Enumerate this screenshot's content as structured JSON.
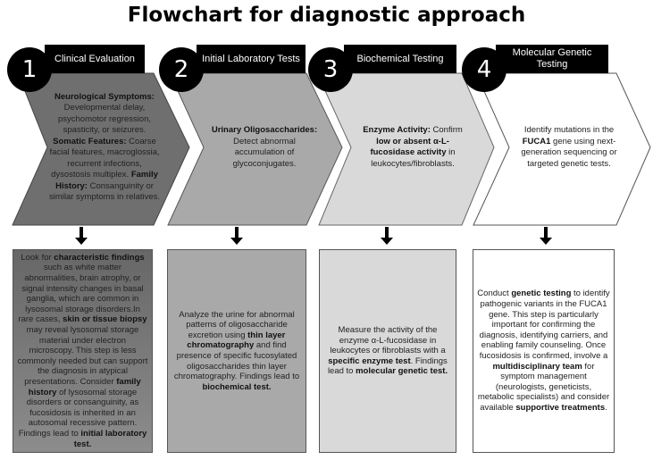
{
  "title": "Flowchart for diagnostic approach",
  "colors": {
    "step1": "#6f6f6f",
    "step2": "#a9a9a9",
    "step3": "#d9d9d9",
    "step4": "#ffffff",
    "label_bg": "#000000"
  },
  "steps": [
    {
      "number": "1",
      "label": "Clinical Evaluation",
      "summary": [
        {
          "t": "Neurological Symptoms:",
          "b": true
        },
        {
          "t": " Developmental delay, psychomotor regression, spasticity, or seizures. ",
          "b": false
        },
        {
          "t": "Somatic Features:",
          "b": true
        },
        {
          "t": " Coarse facial features, macroglossia, recurrent infections, dysostosis multiplex. ",
          "b": false
        },
        {
          "t": "Family History:",
          "b": true
        },
        {
          "t": " Consanguinity or similar symptoms in relatives.",
          "b": false
        }
      ],
      "detail": [
        {
          "t": "Look for ",
          "b": false
        },
        {
          "t": "characteristic findings",
          "b": true
        },
        {
          "t": " such as white matter abnormalities, brain atrophy, or signal intensity changes in basal ganglia, which are common in lysosomal storage disorders.In rare cases, ",
          "b": false
        },
        {
          "t": "skin or tissue biopsy",
          "b": true
        },
        {
          "t": " may reveal lysosomal storage material under electron microscopy. This step is less commonly needed but can support the diagnosis in atypical presentations. Consider ",
          "b": false
        },
        {
          "t": "family history",
          "b": true
        },
        {
          "t": " of lysosomal storage disorders or consanguinity, as fucosidosis is inherited in an autosomal recessive pattern. Findings lead to ",
          "b": false
        },
        {
          "t": "initial laboratory test.",
          "b": true
        }
      ]
    },
    {
      "number": "2",
      "label": "Initial Laboratory Tests",
      "summary": [
        {
          "t": "Urinary Oligosaccharides:",
          "b": true
        },
        {
          "t": " Detect abnormal accumulation of glycoconjugates.",
          "b": false
        }
      ],
      "detail": [
        {
          "t": "Analyze the urine for abnormal patterns of oligosaccharide excretion using ",
          "b": false
        },
        {
          "t": "thin layer chromatography",
          "b": true
        },
        {
          "t": " and find presence of specific fucosylated oligosaccharides thin layer chromatography. Findings lead to ",
          "b": false
        },
        {
          "t": "biochemical test.",
          "b": true
        }
      ]
    },
    {
      "number": "3",
      "label": "Biochemical Testing",
      "summary": [
        {
          "t": "Enzyme Activity:",
          "b": true
        },
        {
          "t": " Confirm ",
          "b": false
        },
        {
          "t": "low or absent α-L-fucosidase activity",
          "b": true
        },
        {
          "t": " in leukocytes/fibroblasts.",
          "b": false
        }
      ],
      "detail": [
        {
          "t": "Measure the activity of the enzyme α-L-fucosidase in leukocytes or fibroblasts with a ",
          "b": false
        },
        {
          "t": "specific enzyme test",
          "b": true
        },
        {
          "t": ". Findings lead to ",
          "b": false
        },
        {
          "t": "molecular genetic test.",
          "b": true
        }
      ]
    },
    {
      "number": "4",
      "label": "Molecular Genetic Testing",
      "summary": [
        {
          "t": "Identify mutations in the ",
          "b": false
        },
        {
          "t": "FUCA1",
          "b": true
        },
        {
          "t": " gene using next-generation sequencing or targeted genetic tests.",
          "b": false
        }
      ],
      "detail": [
        {
          "t": "Conduct ",
          "b": false
        },
        {
          "t": "genetic testing",
          "b": true
        },
        {
          "t": " to identify pathogenic variants in the FUCA1 gene. This step is particularly important for confirming the diagnosis, identifying carriers, and enabling family counseling. Once fucosidosis is confirmed, involve a ",
          "b": false
        },
        {
          "t": "multidisciplinary team",
          "b": true
        },
        {
          "t": " for symptom management (neurologists, geneticists, metabolic specialists) and consider available ",
          "b": false
        },
        {
          "t": "supportive treatments",
          "b": true
        },
        {
          "t": ".",
          "b": false
        }
      ]
    }
  ]
}
